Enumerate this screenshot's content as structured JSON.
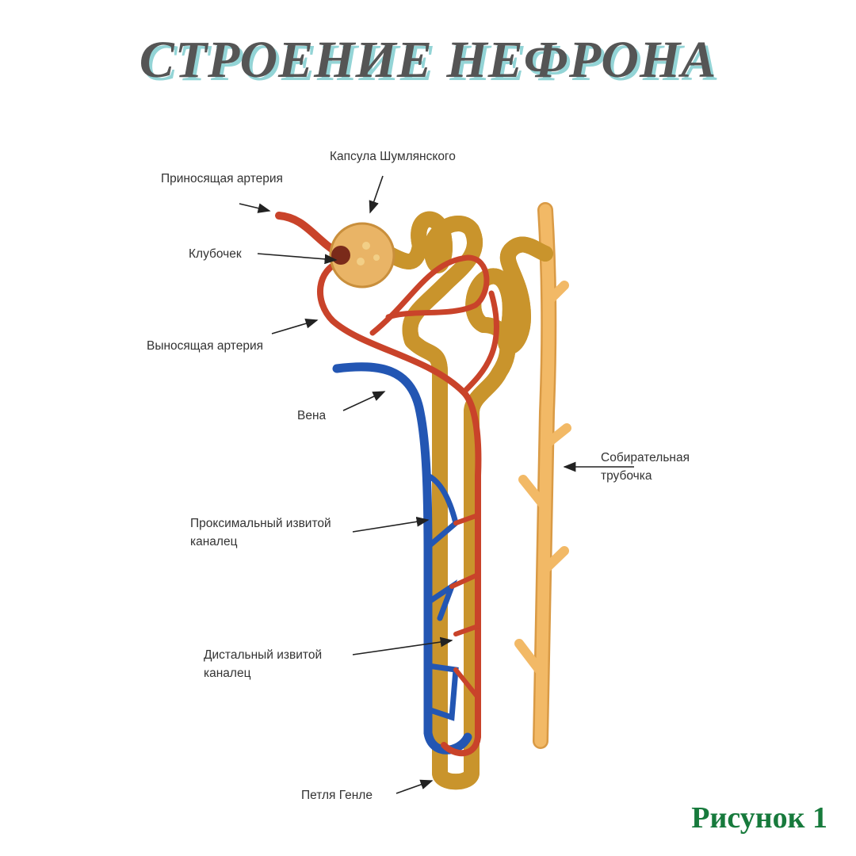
{
  "title": "СТРОЕНИЕ НЕФРОНА",
  "figure_caption": "Рисунок 1",
  "labels": {
    "afferent_artery": "Приносящая артерия",
    "capsule": "Капсула Шумлянского",
    "glomerulus": "Клубочек",
    "efferent_artery": "Выносящая артерия",
    "vein": "Вена",
    "collecting_duct_1": "Собирательная",
    "collecting_duct_2": "трубочка",
    "proximal_1": "Проксимальный извитой",
    "proximal_2": "каналец",
    "distal_1": "Дистальный извитой",
    "distal_2": "каналец",
    "loop": "Петля Генле"
  },
  "colors": {
    "artery": "#c9432a",
    "vein": "#2356b3",
    "tubule": "#eec04f",
    "duct": "#f2b966",
    "title_shadow": "#93d4d6",
    "caption": "#177a3c"
  }
}
